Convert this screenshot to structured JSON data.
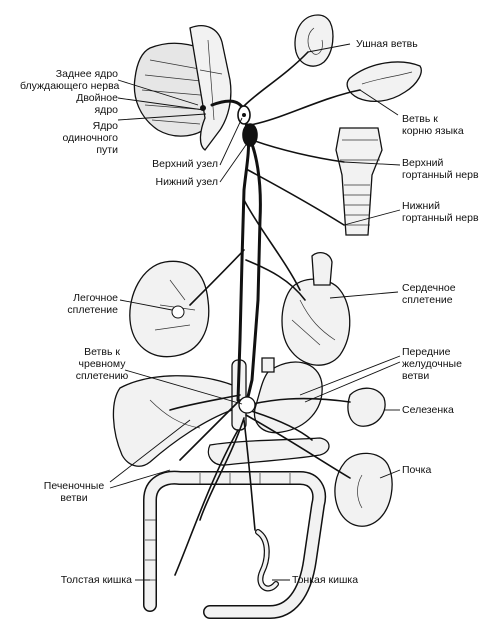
{
  "labels": {
    "ear_branch": "Ушная ветвь",
    "posterior_nucleus": "Заднее ядро\nблуждающего нерва",
    "double_nucleus": "Двойное\nядро",
    "solitary_nucleus": "Ядро\nодиночного\nпути",
    "tongue_root_branch": "Ветвь к\nкорню языка",
    "superior_ganglion": "Верхний узел",
    "inferior_ganglion": "Нижний узел",
    "superior_laryngeal": "Верхний\nгортанный нерв",
    "inferior_laryngeal": "Нижний\nгортанный нерв",
    "pulmonary_plexus": "Легочное\nсплетение",
    "cardiac_plexus": "Сердечное\nсплетение",
    "celiac_branch": "Ветвь к\nчревному\nсплетению",
    "anterior_gastric": "Передние\nжелудочные\nветви",
    "spleen": "Селезенка",
    "hepatic_branches": "Печеночные\nветви",
    "kidney": "Почка",
    "large_intestine": "Толстая кишка",
    "small_intestine": "Тонкая кишка"
  }
}
